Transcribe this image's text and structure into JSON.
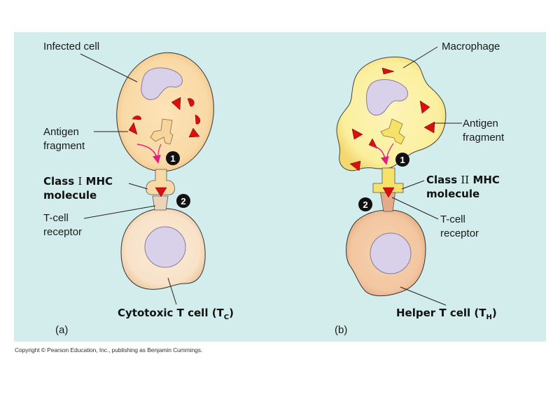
{
  "panels": {
    "a": {
      "panel_label": "(a)",
      "labels": {
        "infected_cell": "Infected cell",
        "antigen_line1": "Antigen",
        "antigen_line2": "fragment",
        "mhc_line1_prefix": "Class ",
        "mhc_roman": "I",
        "mhc_line1_suffix": " MHC",
        "mhc_line2": "molecule",
        "tcr_line1": "T-cell",
        "tcr_line2": "receptor",
        "cell_name": "Cytotoxic T cell (T",
        "cell_sub": "C",
        "cell_close": ")"
      },
      "steps": [
        "1",
        "2"
      ]
    },
    "b": {
      "panel_label": "(b)",
      "labels": {
        "macrophage": "Macrophage",
        "antigen_line1": "Antigen",
        "antigen_line2": "fragment",
        "mhc_line1_prefix": "Class ",
        "mhc_roman": "II",
        "mhc_line1_suffix": " MHC",
        "mhc_line2": "molecule",
        "tcr_line1": "T-cell",
        "tcr_line2": "receptor",
        "cell_name": "Helper T cell (T",
        "cell_sub": "H",
        "cell_close": ")"
      },
      "steps": [
        "1",
        "2"
      ]
    }
  },
  "copyright": "Copyright © Pearson Education, Inc., publishing as Benjamin Cummings.",
  "colors": {
    "background": "#d3ecec",
    "infected_cell": "#f9d9a6",
    "macrophage": "#fbef9e",
    "cytotoxic_cell": "#f8e2c8",
    "helper_cell": "#f2c6a0",
    "nucleus": "#d9d0ea",
    "antigen": "#d81010",
    "arrow": "#e0207a"
  }
}
